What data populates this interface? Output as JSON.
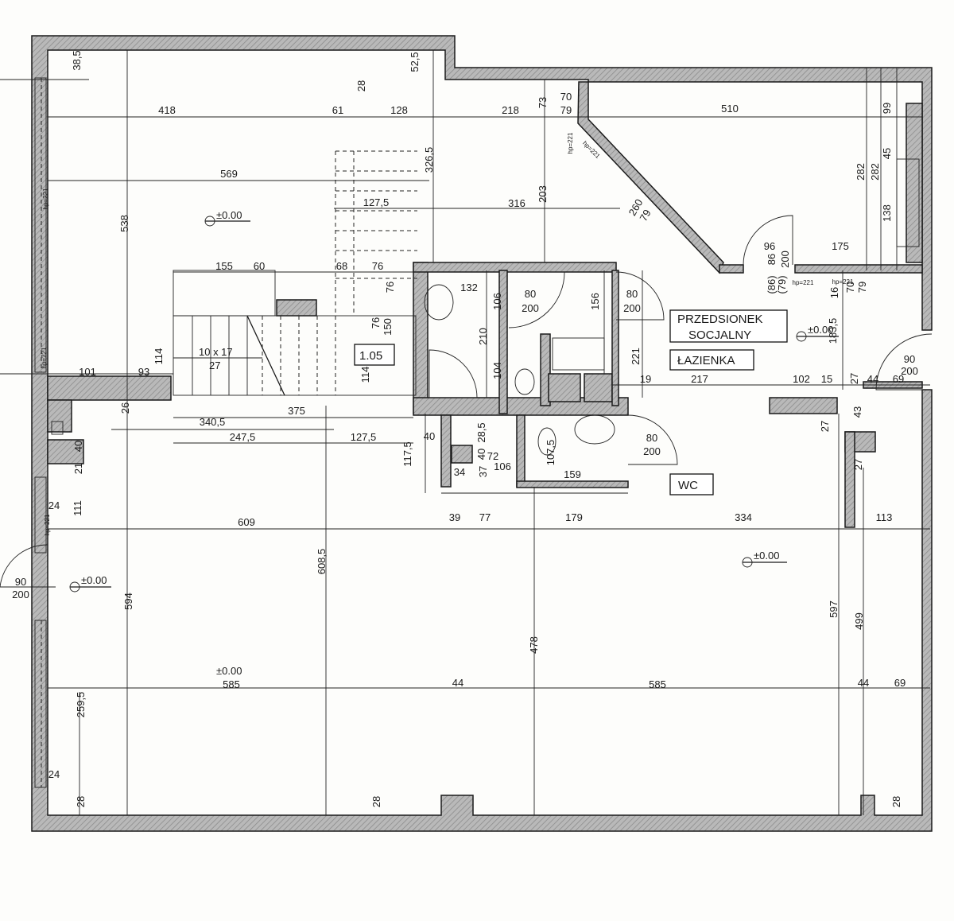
{
  "rooms": {
    "przedsionek_line1": "PRZEDSIONEK",
    "przedsionek_line2": "SOCJALNY",
    "lazienka": "ŁAZIENKA",
    "wc": "WC",
    "stair_tag": "1.05",
    "stair_spec_1": "10 x 17",
    "stair_spec_2": "27"
  },
  "levels": [
    "±0.00",
    "±0.00",
    "±0.00",
    "±0.00",
    "±0.00"
  ],
  "heights": [
    "hp=221",
    "hp=221",
    "hp=221",
    "hp=221",
    "hp=221",
    "hp=221",
    "hp=221"
  ],
  "dims": [
    "38,5",
    "418",
    "61",
    "128",
    "218",
    "510",
    "569",
    "127,5",
    "316",
    "155",
    "60",
    "68",
    "76",
    "132",
    "80",
    "200",
    "80",
    "200",
    "96",
    "175",
    "90",
    "200",
    "101",
    "93",
    "19",
    "217",
    "102",
    "15",
    "44",
    "69",
    "375",
    "340,5",
    "247,5",
    "127,5",
    "40",
    "72",
    "106",
    "34",
    "159",
    "80",
    "200",
    "609",
    "39",
    "77",
    "179",
    "334",
    "113",
    "90",
    "200",
    "585",
    "44",
    "585",
    "44",
    "69",
    "538",
    "594",
    "608,5",
    "478",
    "597",
    "499",
    "259,5",
    "28",
    "28",
    "28",
    "326,5",
    "52,5",
    "28",
    "73",
    "70",
    "79",
    "203",
    "260",
    "79",
    "282",
    "282",
    "99",
    "45",
    "138",
    "156",
    "106",
    "210",
    "104",
    "221",
    "114",
    "114",
    "76",
    "76",
    "150",
    "26",
    "117,5",
    "28,5",
    "40",
    "37",
    "107,5",
    "21",
    "40",
    "111",
    "24",
    "24",
    "183,5",
    "16",
    "70",
    "79",
    "27",
    "43",
    "27",
    "27",
    "86",
    "200",
    "(86)",
    "(79)"
  ]
}
